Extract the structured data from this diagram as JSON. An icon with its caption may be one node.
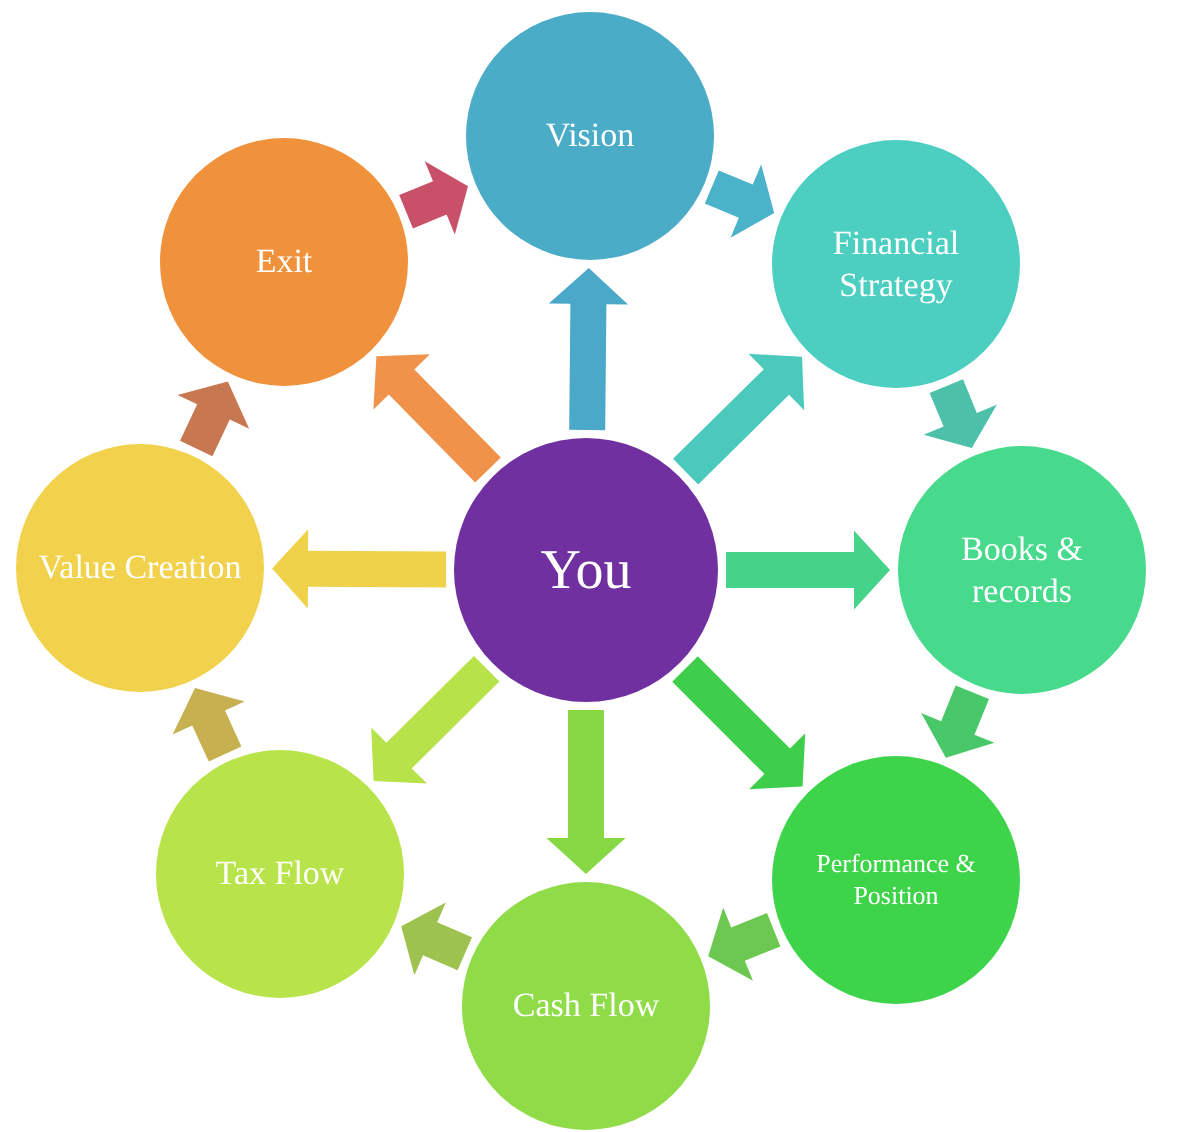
{
  "diagram": {
    "nodes": [
      {
        "text": [
          "You"
        ]
      },
      {
        "text": [
          "Vision"
        ]
      },
      {
        "text": [
          "Financial Strategy"
        ]
      },
      {
        "text": [
          "Books & records"
        ]
      },
      {
        "text": [
          "Performance & Position"
        ]
      },
      {
        "text": [
          "Cash Flow"
        ]
      },
      {
        "text": [
          "Tax Flow"
        ]
      },
      {
        "text": [
          "Value Creation"
        ]
      },
      {
        "text": [
          "Exit"
        ]
      }
    ],
    "edges": [
      {
        "from": 0,
        "to": 1,
        "arrow": "to",
        "style": "thick",
        "color": "#4aa8c8"
      },
      {
        "from": 0,
        "to": 2,
        "arrow": "to",
        "style": "thick",
        "color": "#4cc9bd"
      },
      {
        "from": 0,
        "to": 3,
        "arrow": "to",
        "style": "thick",
        "color": "#45d38a"
      },
      {
        "from": 0,
        "to": 4,
        "arrow": "to",
        "style": "thick",
        "color": "#3fce4c"
      },
      {
        "from": 0,
        "to": 5,
        "arrow": "to",
        "style": "thick",
        "color": "#86d944"
      },
      {
        "from": 0,
        "to": 6,
        "arrow": "to",
        "style": "thick",
        "color": "#b7e24a"
      },
      {
        "from": 0,
        "to": 7,
        "arrow": "to",
        "style": "thick",
        "color": "#efd24a"
      },
      {
        "from": 0,
        "to": 8,
        "arrow": "to",
        "style": "thick",
        "color": "#f0924a"
      },
      {
        "from": 1,
        "to": 2,
        "arrow": "to",
        "style": "thick",
        "color": "#4bb3c9"
      },
      {
        "from": 2,
        "to": 3,
        "arrow": "to",
        "style": "thick",
        "color": "#4cc0a8"
      },
      {
        "from": 3,
        "to": 4,
        "arrow": "to",
        "style": "thick",
        "color": "#49c86a"
      },
      {
        "from": 4,
        "to": 5,
        "arrow": "to",
        "style": "thick",
        "color": "#6cc850"
      },
      {
        "from": 5,
        "to": 6,
        "arrow": "to",
        "style": "thick",
        "color": "#9ec250"
      },
      {
        "from": 6,
        "to": 7,
        "arrow": "to",
        "style": "thick",
        "color": "#c6b050"
      },
      {
        "from": 7,
        "to": 8,
        "arrow": "to",
        "style": "thick",
        "color": "#c87850"
      },
      {
        "from": 8,
        "to": 1,
        "arrow": "to",
        "style": "thick",
        "color": "#c85068"
      }
    ]
  }
}
